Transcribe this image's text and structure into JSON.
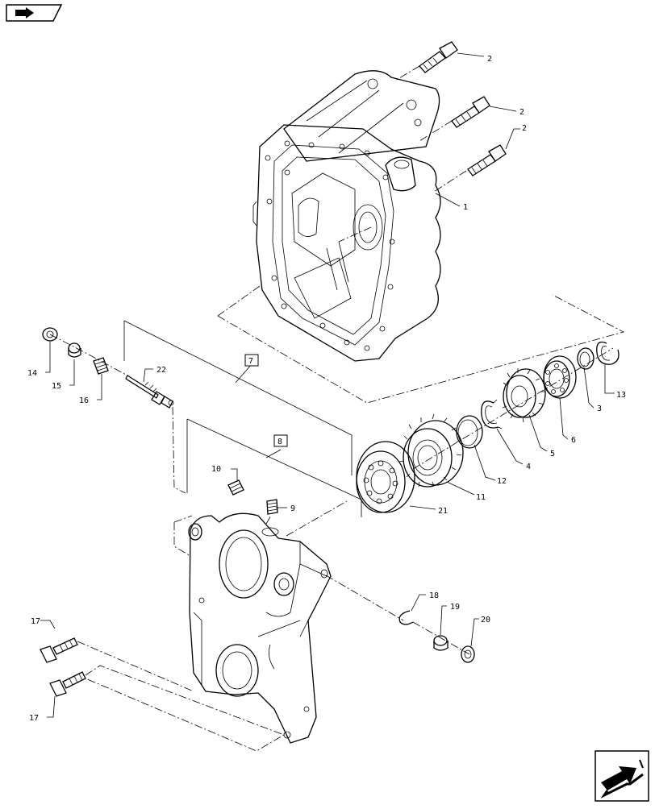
{
  "navigation": {
    "back_icon": "back-arrow-icon",
    "next_icon": "forward-arrow-icon"
  },
  "callouts": [
    {
      "id": "c1",
      "text": "1"
    },
    {
      "id": "c2a",
      "text": "2"
    },
    {
      "id": "c2b",
      "text": "2"
    },
    {
      "id": "c2c",
      "text": "2"
    },
    {
      "id": "c3",
      "text": "3"
    },
    {
      "id": "c4",
      "text": "4"
    },
    {
      "id": "c5",
      "text": "5"
    },
    {
      "id": "c6",
      "text": "6"
    },
    {
      "id": "c9",
      "text": "9"
    },
    {
      "id": "c10",
      "text": "10"
    },
    {
      "id": "c11",
      "text": "11"
    },
    {
      "id": "c12",
      "text": "12"
    },
    {
      "id": "c13",
      "text": "13"
    },
    {
      "id": "c14",
      "text": "14"
    },
    {
      "id": "c15",
      "text": "15"
    },
    {
      "id": "c16",
      "text": "16"
    },
    {
      "id": "c17a",
      "text": "17"
    },
    {
      "id": "c17b",
      "text": "17"
    },
    {
      "id": "c18",
      "text": "18"
    },
    {
      "id": "c19",
      "text": "19"
    },
    {
      "id": "c20",
      "text": "20"
    },
    {
      "id": "c21",
      "text": "21"
    },
    {
      "id": "c22",
      "text": "22"
    }
  ],
  "kit_callouts": [
    {
      "id": "k7",
      "text": "7"
    },
    {
      "id": "k8",
      "text": "8"
    }
  ]
}
